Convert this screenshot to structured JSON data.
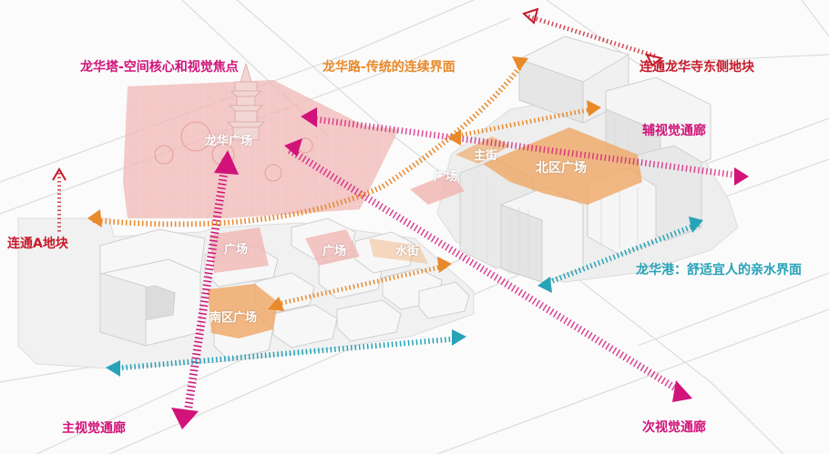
{
  "colors": {
    "magenta": "#d1137a",
    "orange": "#e8892a",
    "teal": "#27a3b8",
    "red_text": "#c51a2a",
    "pink_zone": "#f0b7b4",
    "orange_zone": "#efa766",
    "building": "#f4f4f4",
    "building_edge": "#d5d5d5",
    "road_line": "#cfcfcf"
  },
  "labels": {
    "longhua_tower": "龙华塔-空间核心和视觉焦点",
    "longhua_road": "龙华路-传统的连续界面",
    "connect_temple_east": "连通龙华寺东侧地块",
    "aux_corridor": "辅视觉通廊",
    "connect_a": "连通A地块",
    "longhua_harbor": "龙华港：舒适宜人的亲水界面",
    "main_corridor": "主视觉通廊",
    "secondary_corridor": "次视觉通廊"
  },
  "zones": {
    "longhua_square": "龙华广场",
    "main_street": "主街",
    "north_square": "北区广场",
    "square_north": "广场",
    "square_center": "广场",
    "square_south": "广场",
    "water_street": "水街",
    "south_square": "南区广场"
  },
  "icons": {
    "pagoda": "pagoda-icon",
    "arrow": "arrowhead-icon"
  }
}
